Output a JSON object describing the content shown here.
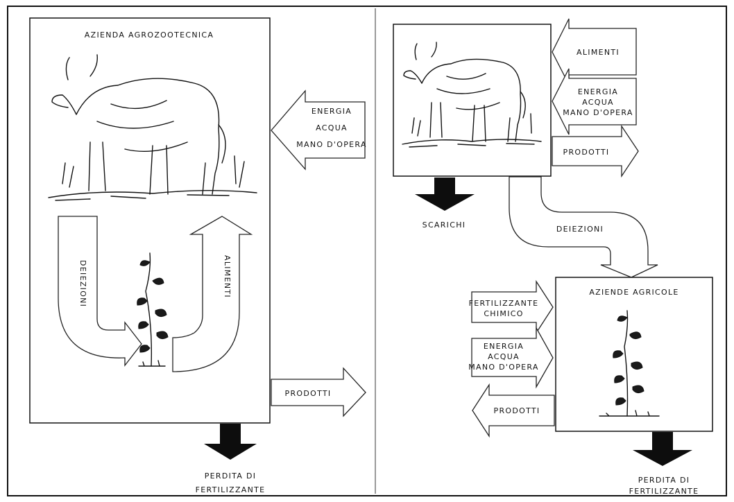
{
  "left_panel": {
    "title": "AZIENDA AGROZOOTECNICA",
    "input_lines": [
      "ENERGIA",
      "ACQUA",
      "MANO D'OPERA"
    ],
    "cycle_down_label": "DEIEZIONI",
    "cycle_up_label": "ALIMENTI",
    "output_label": "PRODOTTI",
    "loss_lines": [
      "PERDITA DI",
      "FERTILIZZANTE"
    ],
    "illustrations": [
      "cow-illustration",
      "plant-illustration"
    ]
  },
  "right_panel": {
    "top_inputs": {
      "alimenti": "ALIMENTI",
      "energy_lines": [
        "ENERGIA",
        "ACQUA",
        "MANO D'OPERA"
      ]
    },
    "top_output": "PRODOTTI",
    "discharge_label": "SCARICHI",
    "manure_label": "DEIEZIONI",
    "farm_title": "AZIENDE AGRICOLE",
    "farm_inputs": {
      "fertilizer_lines": [
        "FERTILIZZANTE",
        "CHIMICO"
      ],
      "energy_lines": [
        "ENERGIA",
        "ACQUA",
        "MANO D'OPERA"
      ]
    },
    "farm_output": "PRODOTTI",
    "loss_lines": [
      "PERDITA DI",
      "FERTILIZZANTE"
    ],
    "illustrations": [
      "cow-illustration",
      "plant-illustration"
    ]
  }
}
